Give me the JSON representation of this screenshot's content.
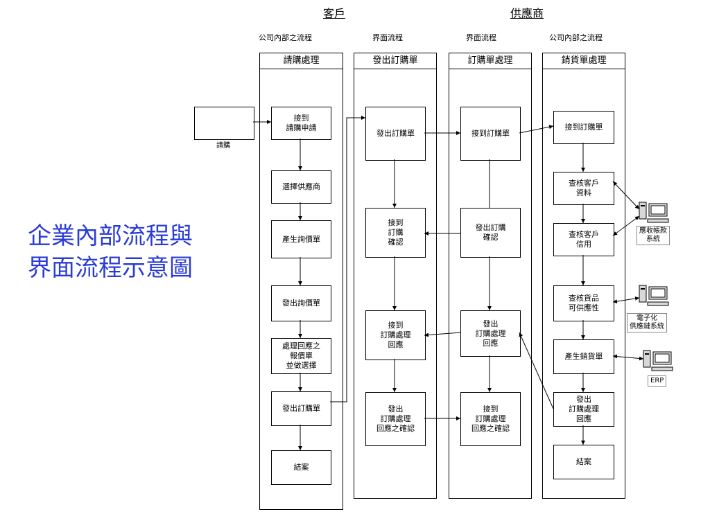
{
  "header": {
    "customer": "客戶",
    "supplier": "供應商"
  },
  "subheaders": {
    "internal_left": "公司內部之流程",
    "interface_left": "界面流程",
    "interface_right": "界面流程",
    "internal_right": "公司內部之流程"
  },
  "columns": {
    "c1": "請購處理",
    "c2": "發出訂購單",
    "c3": "訂購單處理",
    "c4": "銷貨單處理"
  },
  "title": "企業內部流程與\n界面流程示意圖",
  "request": {
    "label": "請購"
  },
  "col1": {
    "b1": "接到\n請購申請",
    "b2": "選擇供應商",
    "b3": "產生詢價單",
    "b4": "發出詢價單",
    "b5": "處理回應之\n報價單\n並做選擇",
    "b6": "發出訂購單",
    "b7": "結案"
  },
  "col2": {
    "b1": "發出訂購單",
    "b2": "接到\n訂購\n確認",
    "b3": "接到\n訂購處理\n回應",
    "b4": "發出\n訂購處理\n回應之確認"
  },
  "col3": {
    "b1": "接到訂購單",
    "b2": "發出訂購\n確認",
    "b3": "發出\n訂購處理\n回應",
    "b4": "接到\n訂購處理\n回應之確認"
  },
  "col4": {
    "b1": "接到訂購單",
    "b2": "查核客戶\n資料",
    "b3": "查核客戶\n信用",
    "b4": "查核貨品\n可供應性",
    "b5": "產生銷貨單",
    "b6": "發出\n訂購處理\n回應",
    "b7": "結案"
  },
  "systems": {
    "ar": "應收帳款\n系統",
    "scm": "電子化\n供應鏈系統",
    "erp": "ERP"
  },
  "icons": {
    "computer": "computer-icon"
  }
}
